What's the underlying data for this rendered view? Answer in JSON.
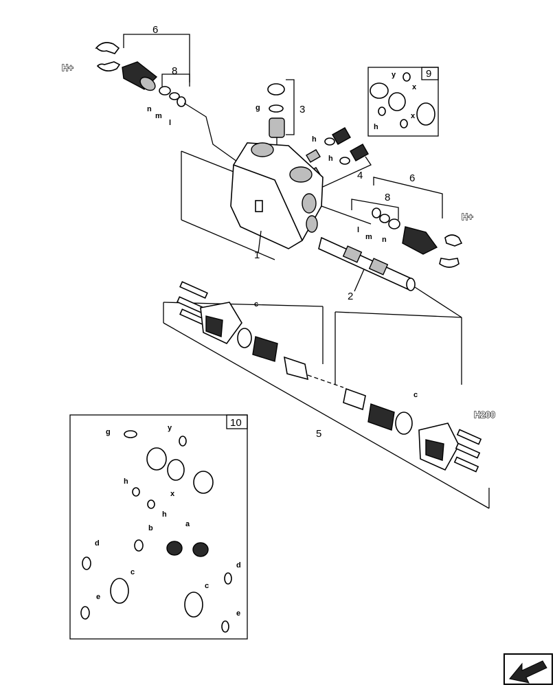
{
  "callouts": {
    "c1": "1",
    "c2": "2",
    "c3": "3",
    "c4": "4",
    "c5": "5",
    "c6a": "6",
    "c6b": "6",
    "c8a": "8",
    "c8b": "8"
  },
  "kits": {
    "k9": "9",
    "k10": "10"
  },
  "valves": {
    "left": "H+",
    "right": "H+",
    "h200": "H200"
  },
  "letters": {
    "g": "g",
    "h": "h",
    "l": "l",
    "m": "m",
    "n": "n",
    "x": "x",
    "y": "y",
    "a": "a",
    "b": "b",
    "c": "c",
    "d": "d",
    "e": "e"
  }
}
